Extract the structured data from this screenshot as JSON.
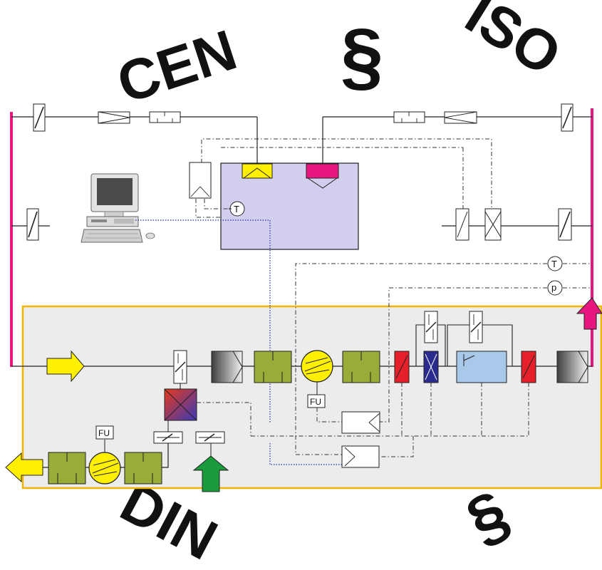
{
  "headline_words": {
    "cen": "CEN",
    "iso": "ISO",
    "din": "DIN",
    "section_top": "§",
    "section_bottom": "§"
  },
  "labels": {
    "fu_main_fan": "FU",
    "fu_exhaust_fan": "FU",
    "sensor_room_t": "T",
    "sensor_supply_t": "T",
    "sensor_supply_p": "p"
  },
  "colors": {
    "magenta": "#e8177f",
    "yellow": "#ffef00",
    "olive": "#9aab3a",
    "red": "#e5202a",
    "navy": "#2b2b8f",
    "light_blue": "#a9c8ea",
    "room": "#d2cfee",
    "panel": "#ececec",
    "panel_border": "#f2b600",
    "green": "#1a9a3c",
    "signal_blue": "#1a2fb0"
  },
  "icons": [
    "computer-workstation-icon",
    "fan-icon",
    "arrow-icon"
  ]
}
